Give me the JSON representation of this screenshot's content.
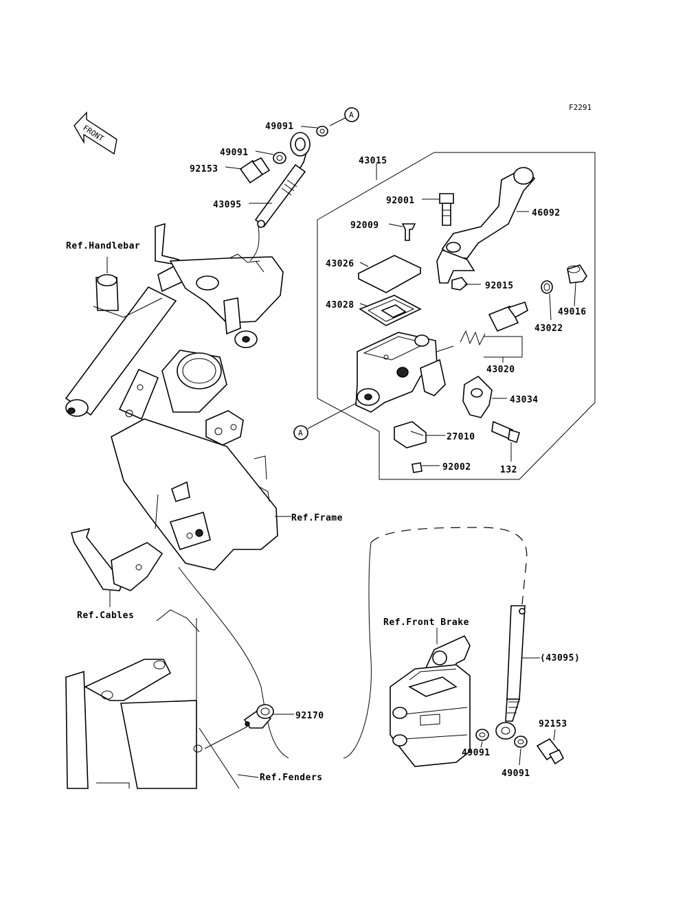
{
  "figure_code": "F2291",
  "front_arrow": "FRONT",
  "callout_a": "A",
  "parts": {
    "p43015": "43015",
    "p49091_a": "49091",
    "p49091_b": "49091",
    "p49091_c": "49091",
    "p49091_d": "49091",
    "p92153_a": "92153",
    "p92153_b": "92153",
    "p43095": "43095",
    "p43095_ref": "(43095)",
    "p92001": "92001",
    "p46092": "46092",
    "p92009": "92009",
    "p43026": "43026",
    "p92015": "92015",
    "p49016": "49016",
    "p43022": "43022",
    "p43028": "43028",
    "p43020": "43020",
    "p43034": "43034",
    "p27010": "27010",
    "p92002": "92002",
    "p132": "132",
    "p92170": "92170"
  },
  "refs": {
    "handlebar": "Ref.Handlebar",
    "frame": "Ref.Frame",
    "cables": "Ref.Cables",
    "front_brake": "Ref.Front Brake",
    "fenders": "Ref.Fenders"
  }
}
